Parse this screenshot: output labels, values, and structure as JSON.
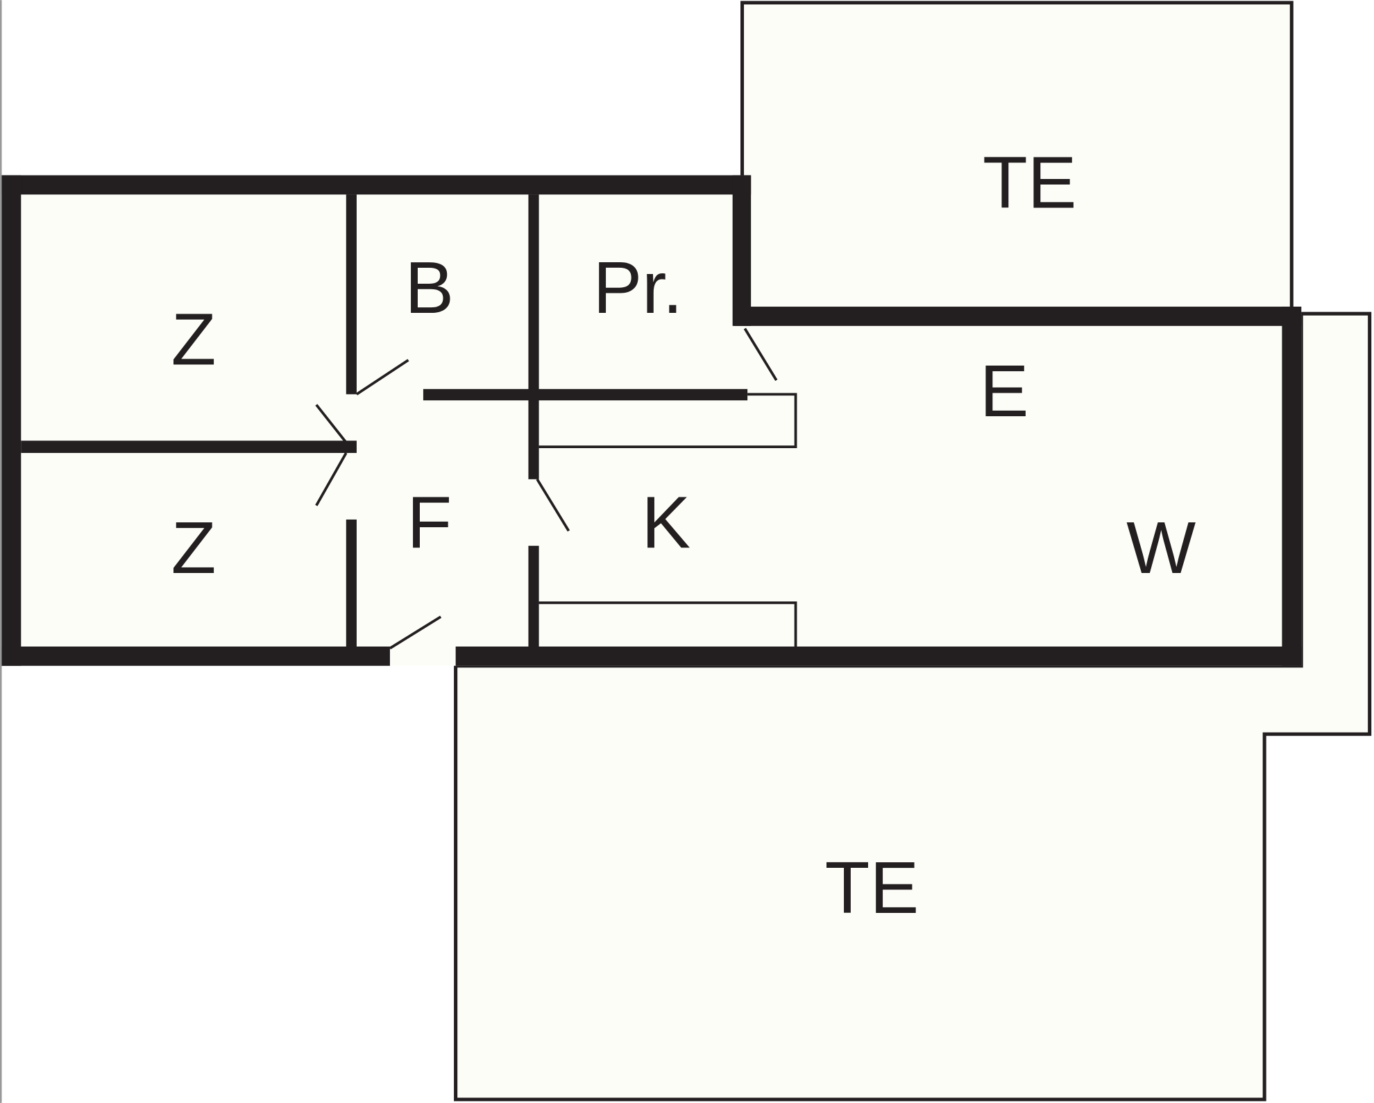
{
  "plan": {
    "colors": {
      "wall": "#231f20",
      "floor": "#fdfdf8",
      "background": "#ffffff"
    },
    "rooms": {
      "terrace_top": "TE",
      "room_z_top": "Z",
      "room_z_bottom": "Z",
      "bathroom": "B",
      "pantry": "Pr.",
      "hall": "F",
      "kitchen": "K",
      "dining": "E",
      "living": "W",
      "terrace_bottom": "TE"
    }
  }
}
